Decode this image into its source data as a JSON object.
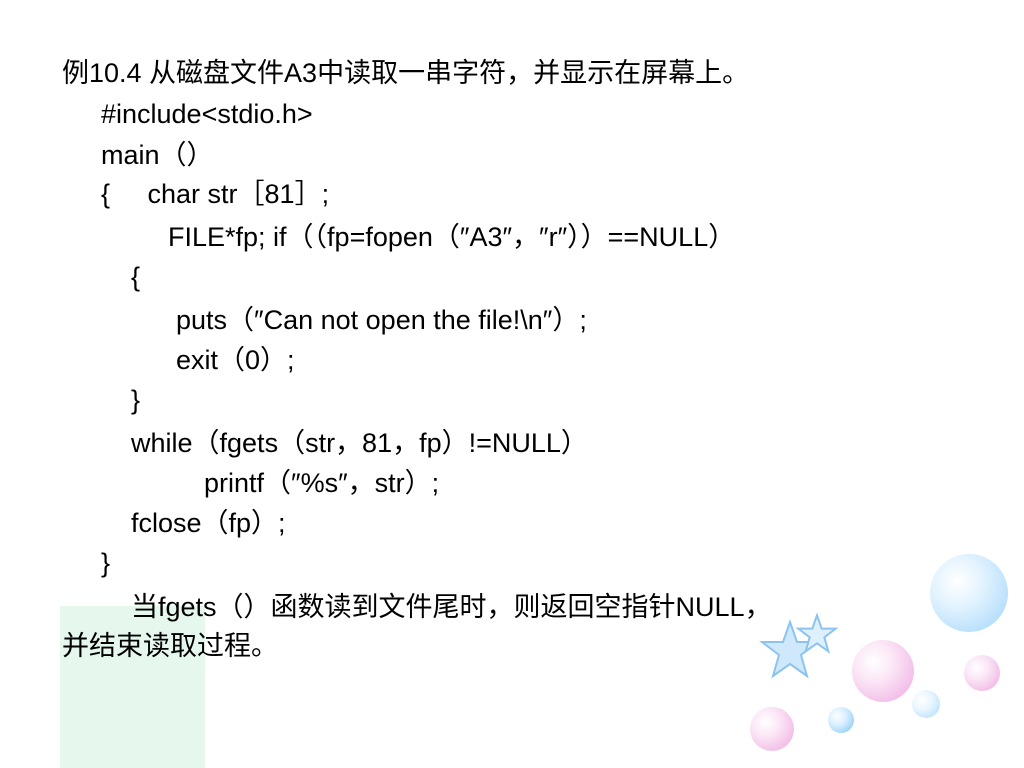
{
  "slide": {
    "heading": "例10.4 从磁盘文件A3中读取一串字符，并显示在屏幕上。",
    "code": [
      "#include<stdio.h>",
      "main（）",
      "{     char str［81］;",
      "FILE*fp; if（（fp=fopen（″A3″，″r″））==NULL）",
      "{",
      "puts（″Can not open the file!\\n″）;",
      "exit（0）;",
      "}",
      "while（fgets（str，81，fp）!=NULL）",
      "printf（″%s″，str）;",
      "fclose（fp）;",
      "}"
    ],
    "note_line1": "当fgets（）函数读到文件尾时，则返回空指针NULL，",
    "note_line2": "并结束读取过程。"
  },
  "decoration": {
    "colors": {
      "panel": "#e6f7ee",
      "bubble_blue": "#bfe3fb",
      "bubble_pink": "#f6c6ec",
      "star": "#b9dcf7"
    }
  }
}
